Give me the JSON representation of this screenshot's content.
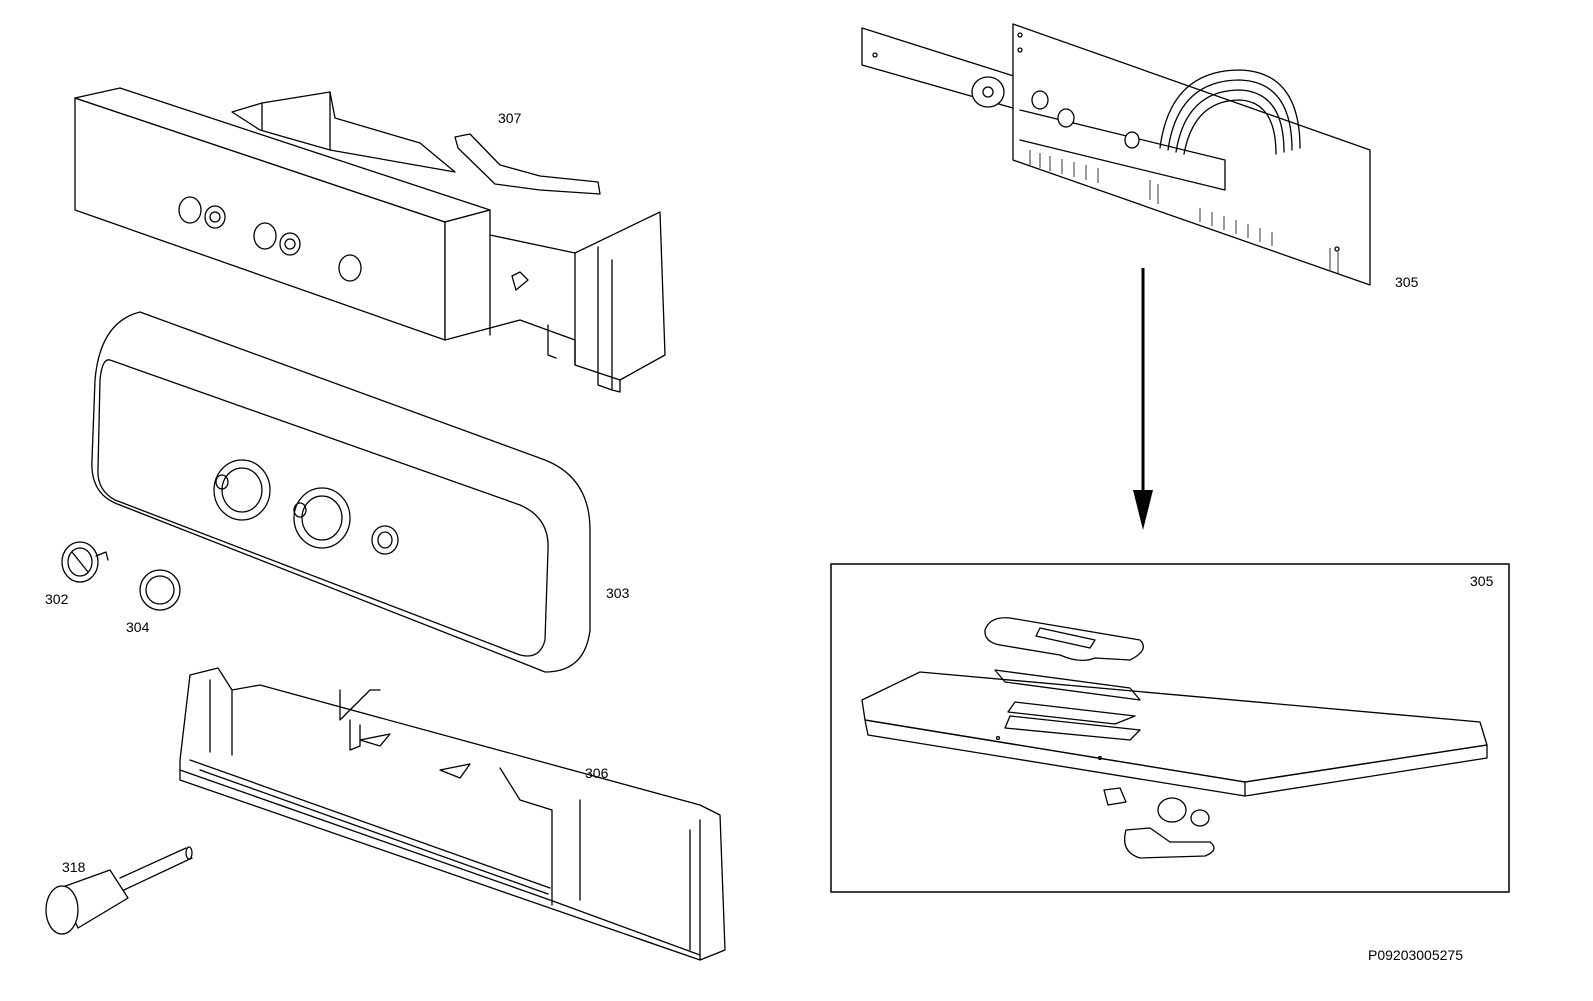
{
  "parts": {
    "p307": "307",
    "p305_top": "305",
    "p305_inset": "305",
    "p302": "302",
    "p304": "304",
    "p303": "303",
    "p306": "306",
    "p318": "318"
  },
  "drawing_id": "P09203005275",
  "colors": {
    "line": "#000000",
    "background": "#ffffff",
    "face": "#f2f2f2"
  }
}
